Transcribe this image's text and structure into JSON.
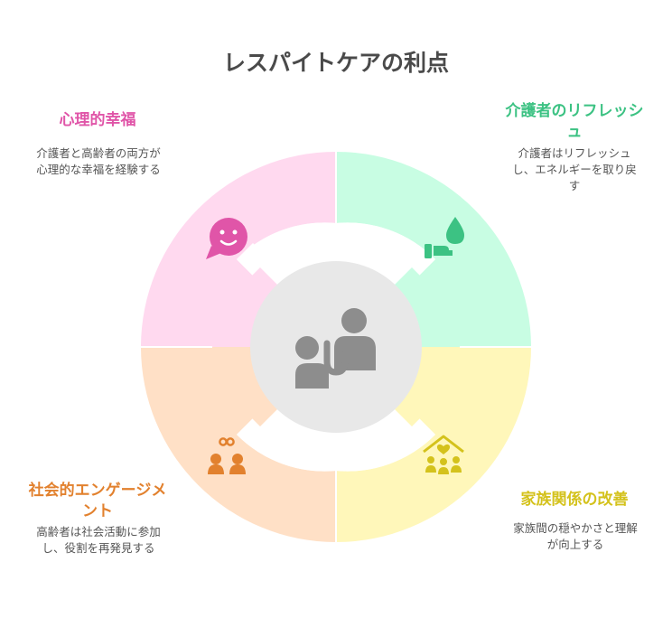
{
  "title": "レスパイトケアの利点",
  "center": {
    "icon": "caregiver-and-elder-icon",
    "color": "#e8e8e8"
  },
  "sections": [
    {
      "key": "top-left",
      "heading": "心理的幸福",
      "description": "介護者と高齢者の両方が心理的な幸福を経験する",
      "icon": "smile-chat-icon",
      "color": "#ffd9ef",
      "accent": "#e055a8"
    },
    {
      "key": "top-right",
      "heading": "介護者のリフレッシュ",
      "description": "介護者はリフレッシュし、エネルギーを取り戻す",
      "icon": "water-hand-icon",
      "color": "#c8fde3",
      "accent": "#3cc283"
    },
    {
      "key": "bottom-left",
      "heading": "社会的エンゲージメント",
      "description": "高齢者は社会活動に参加し、役割を再発見する",
      "icon": "linked-people-icon",
      "color": "#ffe0c6",
      "accent": "#e2812e"
    },
    {
      "key": "bottom-right",
      "heading": "家族関係の改善",
      "description": "家族間の穏やかさと理解が向上する",
      "icon": "family-house-icon",
      "color": "#fff7ba",
      "accent": "#d4c21c"
    }
  ]
}
